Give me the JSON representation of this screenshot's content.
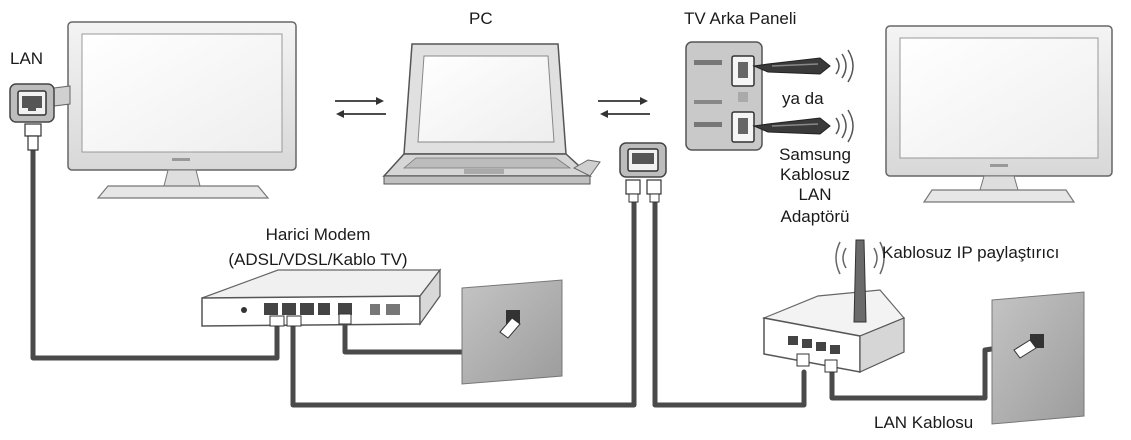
{
  "labels": {
    "lan": "LAN",
    "pc": "PC",
    "tv_back_panel": "TV Arka Paneli",
    "or": "ya da",
    "adapter_line1": "Samsung",
    "adapter_line2": "Kablosuz",
    "adapter_line3": "LAN",
    "adapter_line4": "Adaptörü",
    "modem_line1": "Harici Modem",
    "modem_line2": "(ADSL/VDSL/Kablo TV)",
    "wireless_router": "Kablosuz IP paylaştırıcı",
    "lan_cable": "LAN Kablosu"
  },
  "colors": {
    "cable": "#4a4a4a",
    "device_outline": "#555555",
    "panel_fill": "#c9c9c9",
    "wall_fill": "#b5b5b5"
  },
  "icons": [
    "tv-icon",
    "laptop-icon",
    "modem-icon",
    "router-icon",
    "wall-socket-icon",
    "lan-port-icon",
    "usb-wifi-adapter-icon",
    "exchange-arrows-icon"
  ]
}
